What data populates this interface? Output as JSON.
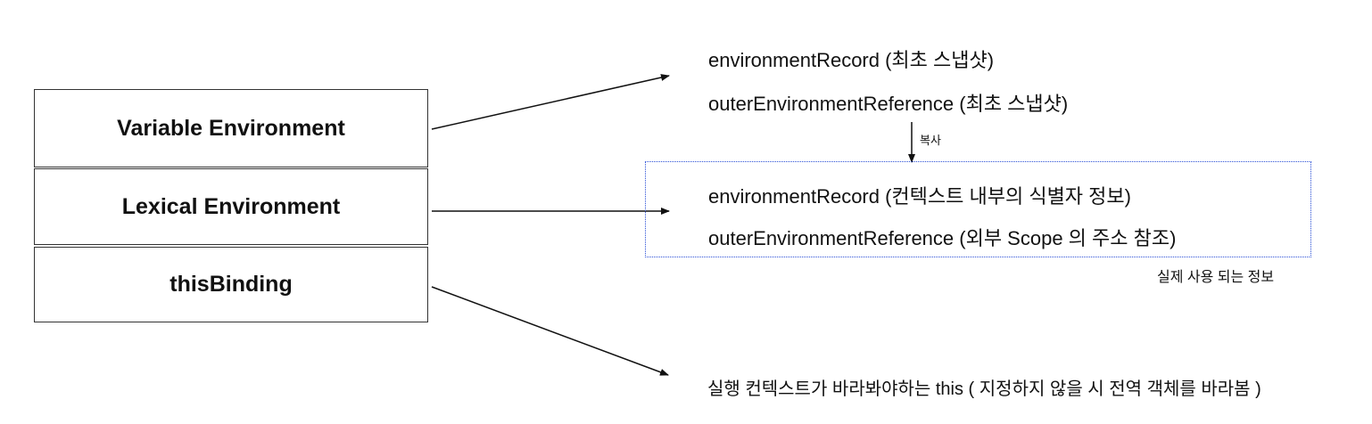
{
  "left_boxes": {
    "variable_environment": "Variable Environment",
    "lexical_environment": "Lexical Environment",
    "this_binding": "thisBinding"
  },
  "snapshot_group": {
    "environment_record": "environmentRecord (최초 스냅샷)",
    "outer_reference": "outerEnvironmentReference (최초 스냅샷)"
  },
  "copy_label": "복사",
  "active_group": {
    "environment_record": "environmentRecord (컨텍스트 내부의 식별자 정보)",
    "outer_reference": "outerEnvironmentReference (외부 Scope 의 주소 참조)",
    "caption": "실제 사용 되는 정보"
  },
  "this_description": "실행 컨텍스트가 바라봐야하는 this ( 지정하지 않을 시 전역 객체를 바라봄 )",
  "colors": {
    "box_border": "#333333",
    "dotted_border": "#2a4fd6",
    "arrow": "#111111"
  }
}
